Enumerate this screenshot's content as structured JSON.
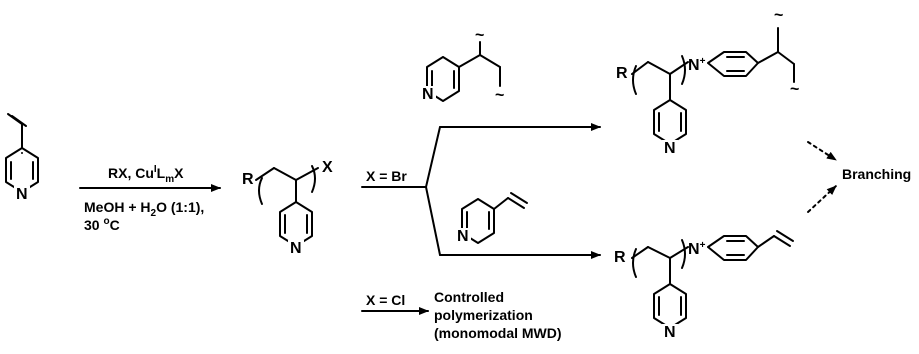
{
  "atoms": {
    "N": "N",
    "N_plus": "N",
    "plus": "+",
    "R": "R",
    "X": "X",
    "tilde": "~"
  },
  "conditions": {
    "line1_main": "RX, Cu",
    "line1_sup": "I",
    "line1_L": "L",
    "line1_m": "m",
    "line1_X": "X",
    "line2": "MeOH + H",
    "line2_sub": "2",
    "line2_rest": "O (1:1),",
    "line3_a": "30 ",
    "line3_sup": "o",
    "line3_b": "C"
  },
  "branches": {
    "x_br": "X = Br",
    "x_cl": "X = Cl"
  },
  "outcome": {
    "branching": "Branching",
    "controlled_line1": "Controlled",
    "controlled_line2": "polymerization",
    "controlled_line3": "(monomodal MWD)"
  }
}
